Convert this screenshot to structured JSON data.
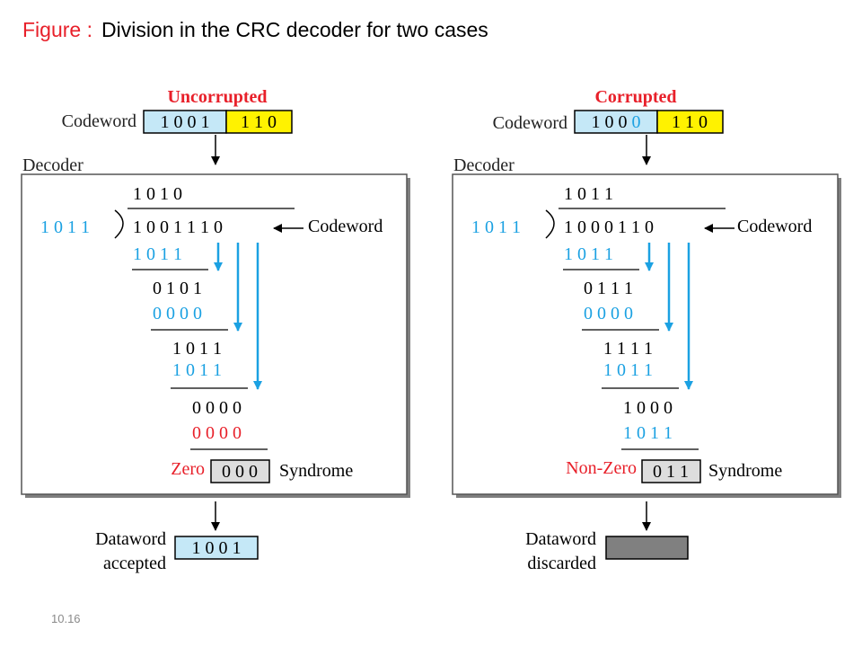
{
  "title": {
    "label": "Figure :",
    "text": "Division in the CRC decoder for two cases"
  },
  "slide_number": "10.16",
  "colors": {
    "title_red": "#e8202a",
    "blue": "#1ba1e2",
    "red": "#e8202a",
    "dataword_bits_fill": "#c5e8f7",
    "check_bits_fill": "#fff200",
    "syndrome_fill": "#dddddd",
    "discarded_fill": "#808080",
    "panel_fill": "#ffffff",
    "shadow": "#7f7f7f"
  },
  "labels": {
    "codeword": "Codeword",
    "decoder": "Decoder",
    "syndrome": "Syndrome"
  },
  "cases": [
    {
      "heading": "Uncorrupted",
      "codeword_data": "1 0 0 1",
      "codeword_data_prefix": "1 0 0 ",
      "codeword_data_last": "1",
      "codeword_check": "1 1 0",
      "quotient": "1 0 1 0",
      "divisor": "1 0 1 1",
      "dividend": "1 0 0 1 1 1 0",
      "steps": [
        "1 0 1 1",
        "0 1 0 1",
        "0 0 0 0",
        "1 0 1 1",
        "1 0 1 1",
        "0 0 0 0",
        "0 0 0 0"
      ],
      "syndrome_label": "Zero",
      "syndrome": "0 0 0",
      "result_line1": "Dataword",
      "result_line2": "accepted",
      "dataword": "1 0 0 1"
    },
    {
      "heading": "Corrupted",
      "codeword_data_prefix": "1 0 0 ",
      "codeword_data_last": "0",
      "codeword_check": "1 1 0",
      "quotient": "1 0 1 1",
      "divisor": "1 0 1 1",
      "dividend": "1 0 0 0 1 1 0",
      "steps": [
        "1 0 1 1",
        "0 1 1 1",
        "0 0 0 0",
        "1 1 1 1",
        "1 0 1 1",
        "1 0 0 0",
        "1 0 1 1"
      ],
      "syndrome_label": "Non-Zero",
      "syndrome": "0 1 1",
      "result_line1": "Dataword",
      "result_line2": "discarded"
    }
  ]
}
